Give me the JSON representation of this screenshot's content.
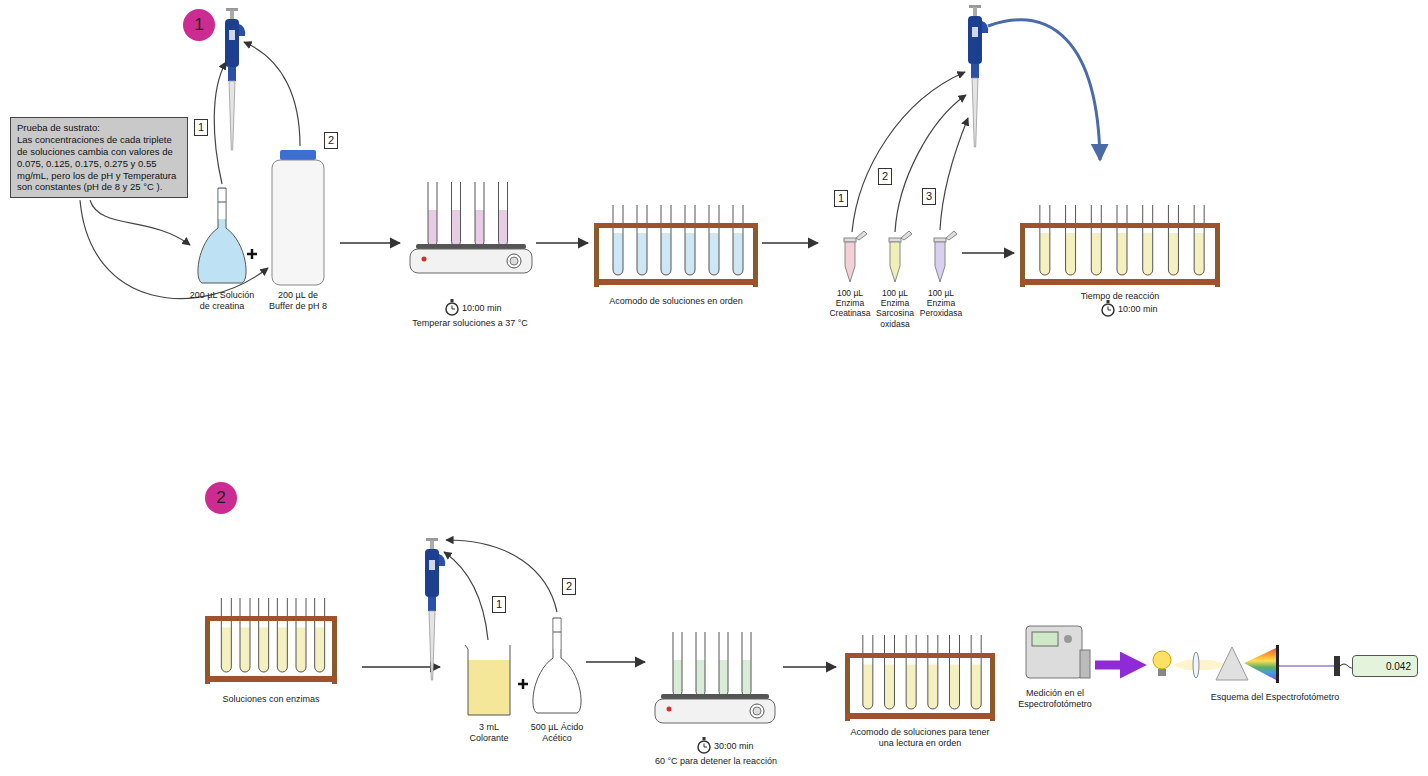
{
  "diagram": {
    "nodes": [
      {
        "text": [
          "1"
        ]
      },
      {
        "text": [
          "Prueba de sustrato:",
          "Las concentraciones de cada triplete de soluciones cambia con valores de 0.075, 0.125, 0.175, 0.275 y 0.55 mg/mL, pero los de pH y Temperatura son constantes (pH de 8 y 25 °C )."
        ]
      },
      {
        "text": [
          "1"
        ]
      },
      {
        "text": [
          "2"
        ]
      },
      {
        "text": [
          "1"
        ]
      },
      {
        "text": [
          "2"
        ]
      },
      {
        "text": [
          "3"
        ]
      },
      {
        "text": [
          "2"
        ]
      },
      {
        "text": [
          "1"
        ]
      },
      {
        "text": [
          "2"
        ]
      },
      {
        "text": [
          "0.042"
        ]
      }
    ],
    "labels": [
      "200 µL Solución de creatina",
      "200 µL de Buffer de pH 8",
      "10:00 min",
      "Temperar soluciones a 37 °C",
      "Acomodo de soluciones en orden",
      "100 µL Enzima Creatinasa",
      "100 µL Enzima Sarcosina oxidasa",
      "100 µL Enzima Peroxidasa",
      "Tiempo de reacción",
      "10:00 min",
      "Soluciones con enzimas",
      "3 mL Colorante",
      "500 µL Ácido Acético",
      "30:00 min",
      "60 °C para detener la reacción",
      "Acomodo de soluciones para tener una lectura en orden",
      "Medición en el Espectrofotómetro",
      "Esquema del Espectrofotómetro"
    ]
  }
}
